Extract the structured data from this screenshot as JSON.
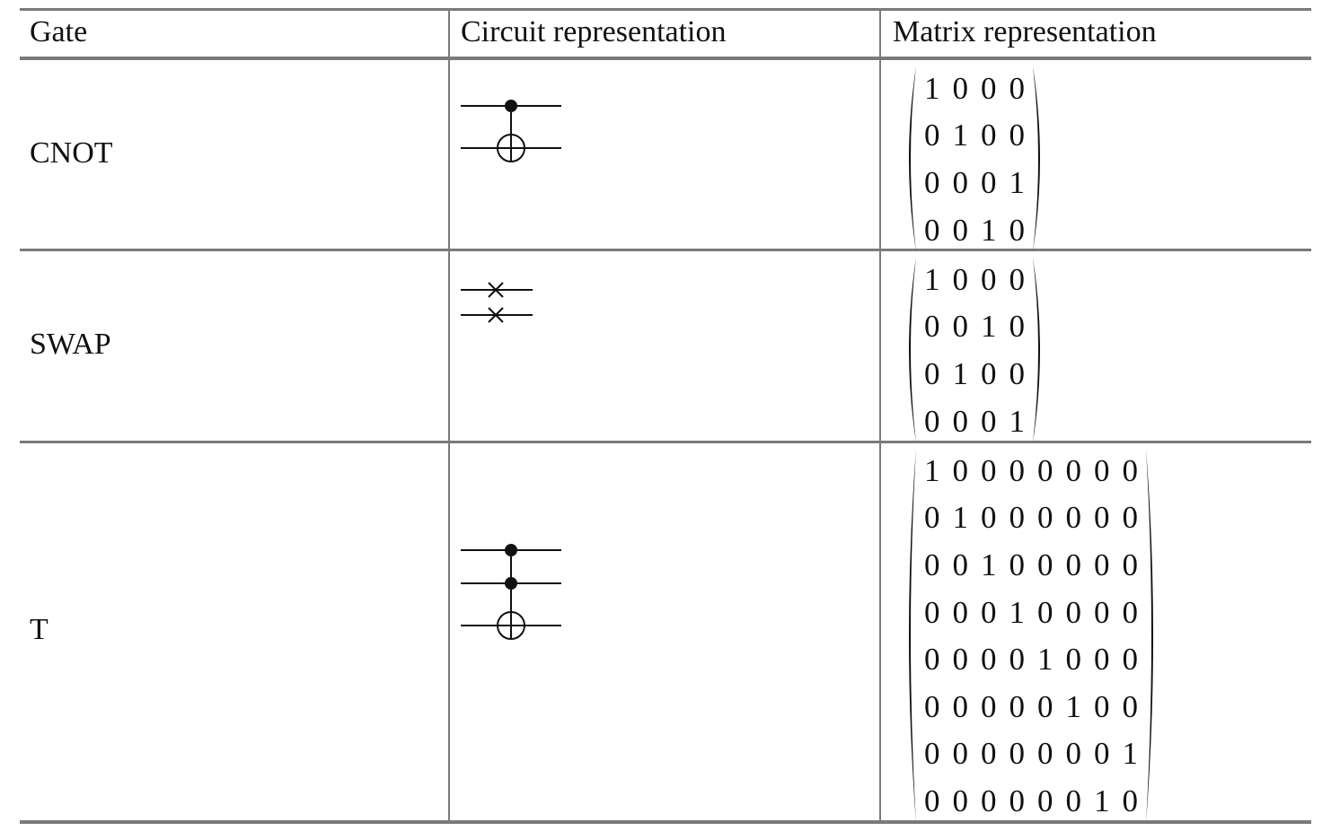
{
  "table": {
    "headers": {
      "gate": "Gate",
      "circuit": "Circuit representation",
      "matrix": "Matrix representation"
    },
    "rows": [
      {
        "gate": "CNOT",
        "circuit_icon": "cnot-circuit-icon",
        "matrix": [
          [
            "1",
            "0",
            "0",
            "0"
          ],
          [
            "0",
            "1",
            "0",
            "0"
          ],
          [
            "0",
            "0",
            "0",
            "1"
          ],
          [
            "0",
            "0",
            "1",
            "0"
          ]
        ]
      },
      {
        "gate": "SWAP",
        "circuit_icon": "swap-circuit-icon",
        "matrix": [
          [
            "1",
            "0",
            "0",
            "0"
          ],
          [
            "0",
            "0",
            "1",
            "0"
          ],
          [
            "0",
            "1",
            "0",
            "0"
          ],
          [
            "0",
            "0",
            "0",
            "1"
          ]
        ]
      },
      {
        "gate": "T",
        "circuit_icon": "toffoli-circuit-icon",
        "matrix": [
          [
            "1",
            "0",
            "0",
            "0",
            "0",
            "0",
            "0",
            "0"
          ],
          [
            "0",
            "1",
            "0",
            "0",
            "0",
            "0",
            "0",
            "0"
          ],
          [
            "0",
            "0",
            "1",
            "0",
            "0",
            "0",
            "0",
            "0"
          ],
          [
            "0",
            "0",
            "0",
            "1",
            "0",
            "0",
            "0",
            "0"
          ],
          [
            "0",
            "0",
            "0",
            "0",
            "1",
            "0",
            "0",
            "0"
          ],
          [
            "0",
            "0",
            "0",
            "0",
            "0",
            "1",
            "0",
            "0"
          ],
          [
            "0",
            "0",
            "0",
            "0",
            "0",
            "0",
            "0",
            "1"
          ],
          [
            "0",
            "0",
            "0",
            "0",
            "0",
            "0",
            "1",
            "0"
          ]
        ]
      }
    ]
  },
  "colors": {
    "rule": "#7a7a7a",
    "ink": "#111111"
  }
}
